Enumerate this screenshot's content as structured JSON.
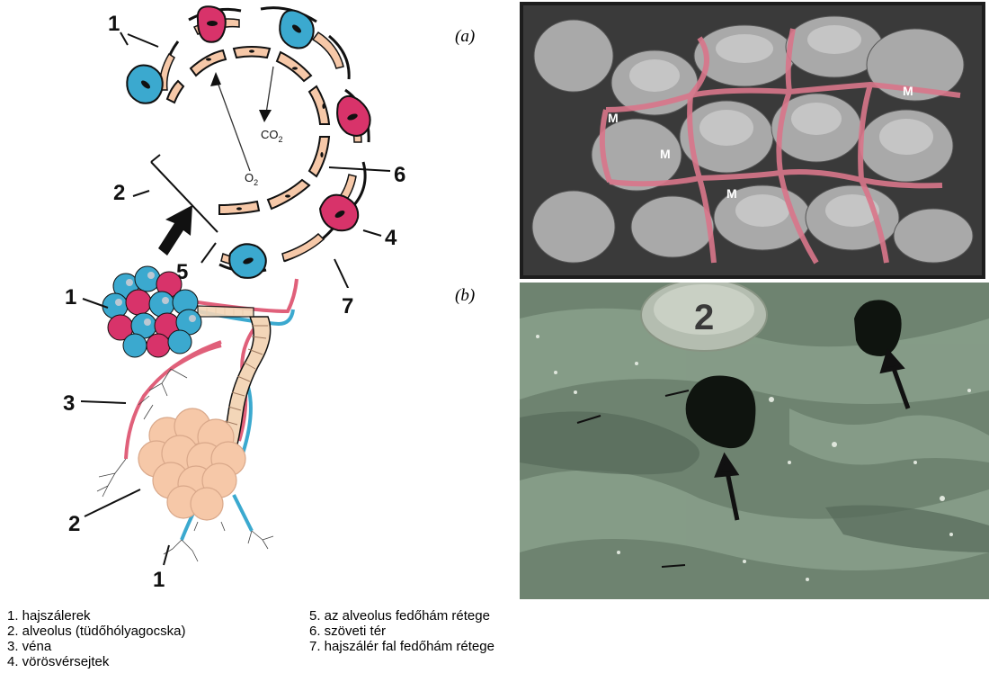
{
  "diagram": {
    "top_numbers": [
      "1",
      "2",
      "4",
      "5",
      "6",
      "7"
    ],
    "gases": {
      "o2_main": "O",
      "o2_sub": "2",
      "co2_main": "CO",
      "co2_sub": "2"
    },
    "bottom_numbers": [
      "1",
      "3",
      "2",
      "1"
    ]
  },
  "panels": {
    "a": "(a)",
    "b": "(b)"
  },
  "photo_a": {
    "markers": [
      "M",
      "M",
      "M",
      "M"
    ]
  },
  "photo_b": {
    "marker": "2"
  },
  "legend": {
    "left": [
      "1. hajszálerek",
      "2. alveolus (tüdőhólyagocska)",
      "3. véna",
      "4. vörösvérsejtek"
    ],
    "right": [
      "5. az alveolus fedőhám rétege",
      "6. szöveti tér",
      "7. hajszálér fal fedőhám rétege"
    ]
  },
  "colors": {
    "red_cell": "#d8336a",
    "blue_cell": "#3ba9cf",
    "tissue": "#f6c8a8",
    "micrograph_a": "#5a5a5a",
    "vessel_red": "#e0607a",
    "micrograph_b": "#7f9582"
  }
}
